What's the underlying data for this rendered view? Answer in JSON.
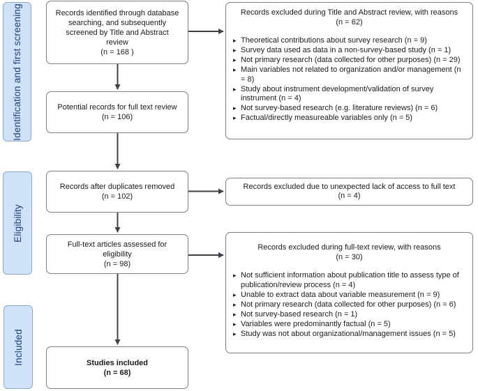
{
  "diagram": {
    "bullet_char": "▸",
    "colors": {
      "stage_fill": "#cfe2f7",
      "stage_border": "#8ea9c9",
      "stage_text": "#223f78",
      "box_border": "#7f7f7f",
      "box_fill": "#ffffff",
      "arrow": "#3d4148",
      "text": "#1a1a1a"
    },
    "stages": [
      {
        "label": "Identification and first screening"
      },
      {
        "label": "Eligibility"
      },
      {
        "label": "Included"
      }
    ],
    "flow": [
      {
        "label": "Records identified through database searching, and subsequently screened by Title and Abstract review",
        "count": "(n = 168 )"
      },
      {
        "label": "Potential records for full text review",
        "count": "(n = 106)"
      },
      {
        "label": "Records after duplicates removed",
        "count": "(n = 102)"
      },
      {
        "label": "Full-text articles assessed for eligibility",
        "count": "(n = 98)"
      },
      {
        "label": "Studies included",
        "count": "(n = 68)"
      }
    ],
    "exclusions": [
      {
        "title": "Records excluded during Title and Abstract review, with reasons",
        "count": "(n = 62)",
        "reasons": [
          "Theoretical contributions about survey research (n = 9)",
          "Survey data used as data in a non-survey-based study (n = 1)",
          "Not primary research (data collected for other purposes) (n = 29)",
          "Main variables not related to organization and/or management (n = 8)",
          "Study about instrument development/validation of survey instrument (n = 4)",
          "Not survey-based research (e.g. literature reviews) (n = 6)",
          "Factual/directly measureable variables only (n = 5)"
        ]
      },
      {
        "title": "Records excluded due to unexpected  lack of access to full text",
        "count": "(n = 4)",
        "reasons": []
      },
      {
        "title": "Records excluded during full-text review, with reasons",
        "count": "(n = 30)",
        "reasons": [
          "Not sufficient information about publication title to assess type of publication/review process (n = 4)",
          "Unable to extract data about variable measurement (n = 9)",
          "Not primary research (data collected for other purposes) (n = 6)",
          "Not survey-based research (n = 1)",
          "Variables were predominantly factual (n = 5)",
          "Study was not about organizational/management issues (n = 5)"
        ]
      }
    ]
  }
}
